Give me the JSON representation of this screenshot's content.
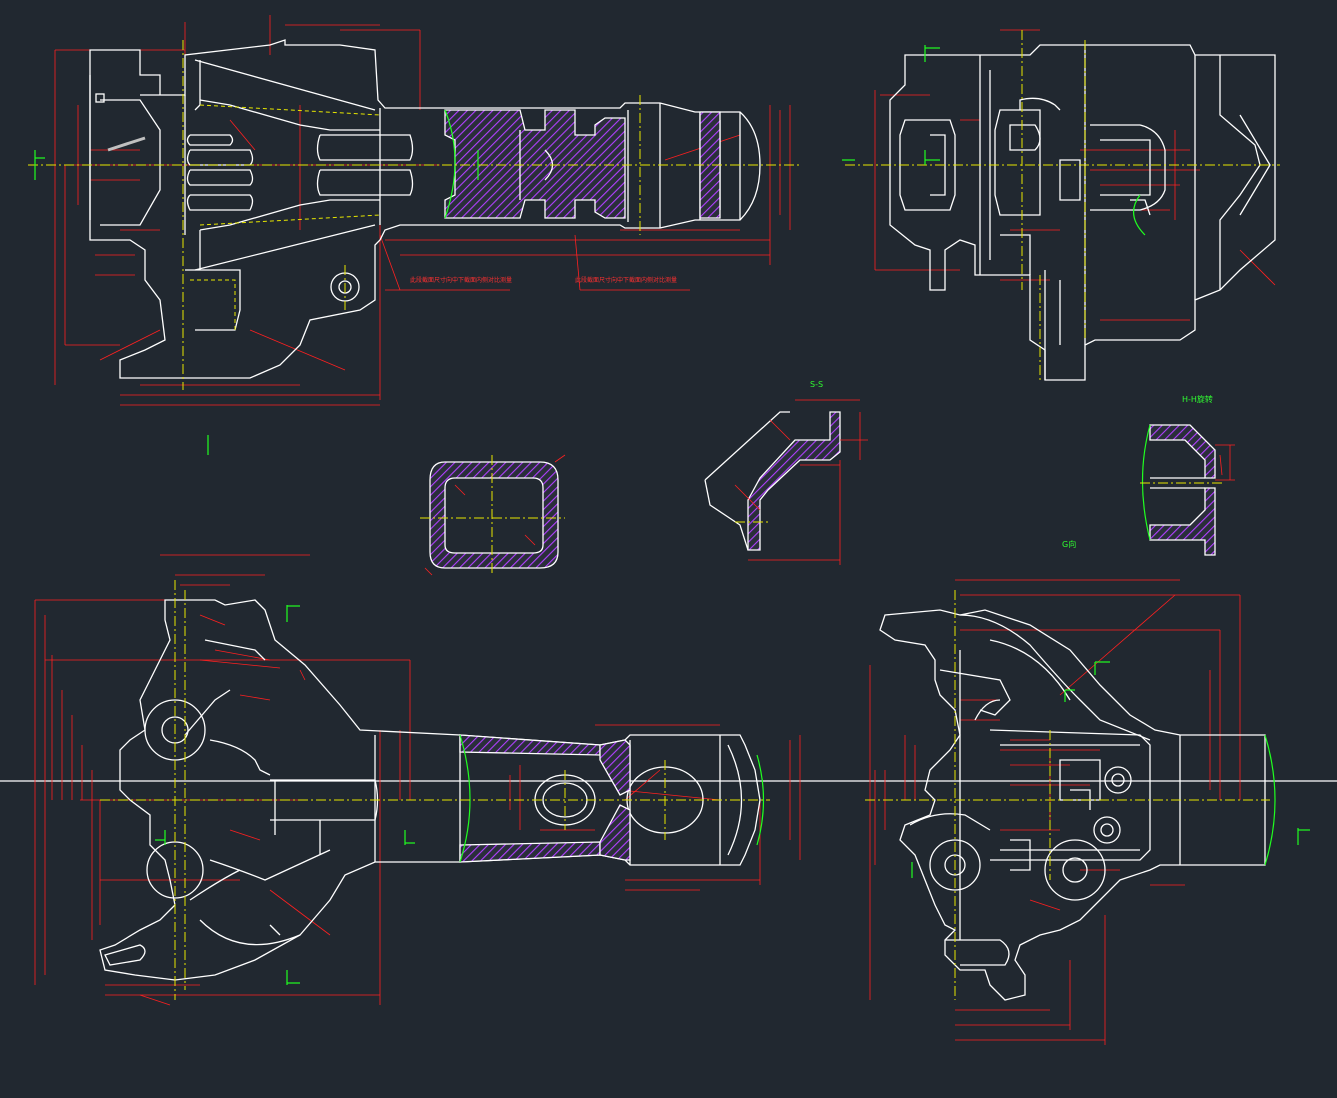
{
  "colors": {
    "background": "#212830",
    "outline": "#ffffff",
    "dimension": "#ff2020",
    "centerline": "#e6e600",
    "section_marker": "#20ff20",
    "hatch": "#b040ff"
  },
  "view_labels": {
    "section_ss": "S-S",
    "section_hh": "H-H旋转",
    "view_g": "G向"
  },
  "notes": {
    "note_left": "此段截面尺寸向中下截面内侧对比测量",
    "note_right": "此段截面尺寸向中下截面内侧对比测量"
  }
}
